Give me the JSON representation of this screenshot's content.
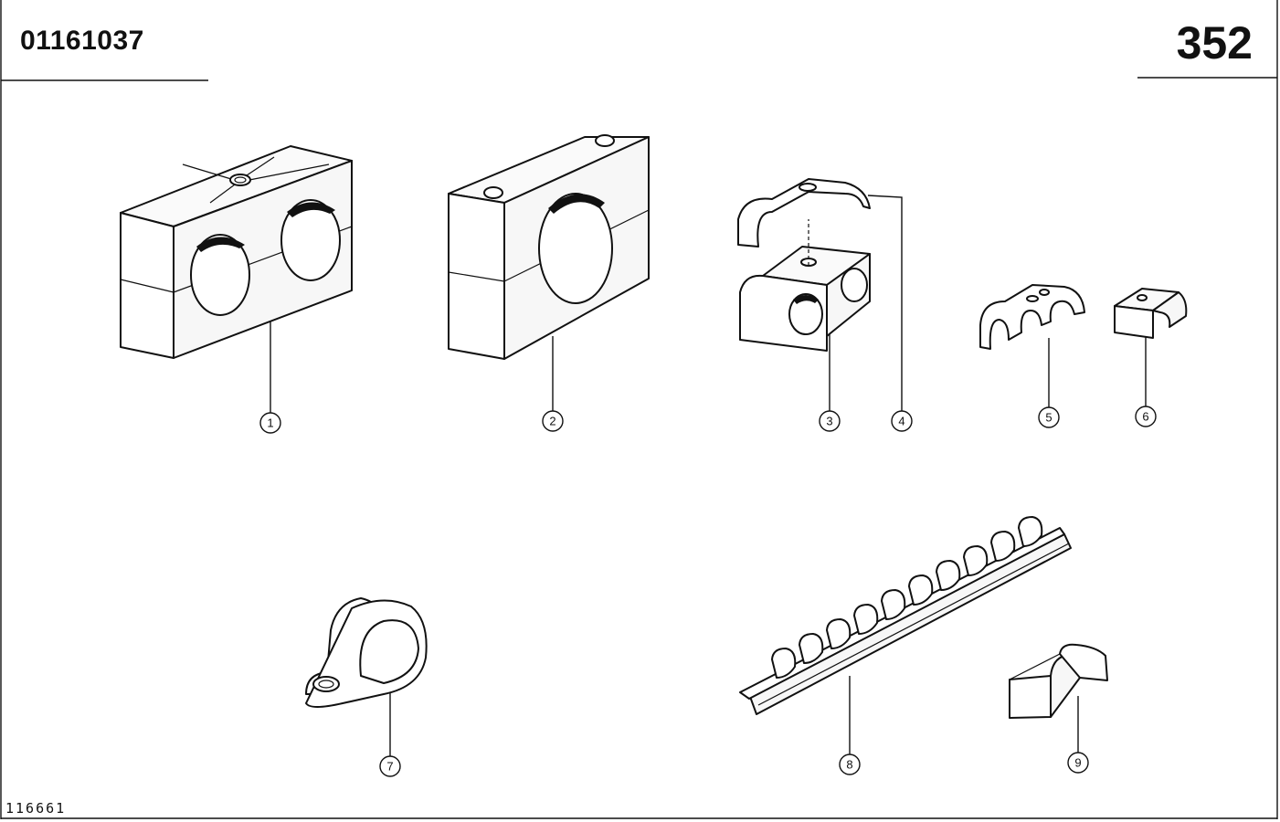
{
  "header": {
    "code": "01161037",
    "page": "352"
  },
  "footer": {
    "doc_number": "116661"
  },
  "callouts": [
    {
      "label": "1"
    },
    {
      "label": "2"
    },
    {
      "label": "3"
    },
    {
      "label": "4"
    },
    {
      "label": "5"
    },
    {
      "label": "6"
    },
    {
      "label": "7"
    },
    {
      "label": "8"
    },
    {
      "label": "9"
    }
  ]
}
